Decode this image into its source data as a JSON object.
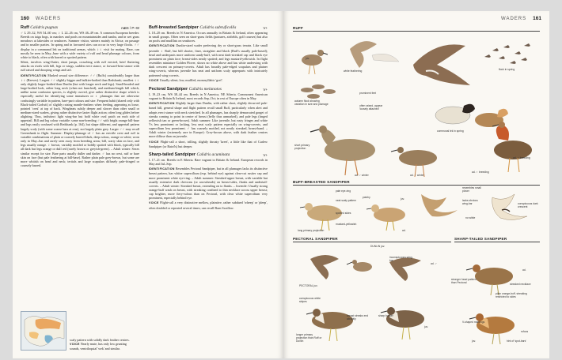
{
  "left_page": {
    "folio": "160",
    "running_head": "WADERS",
    "col_a": {
      "ruff": {
        "name": "Ruff",
        "latin": "Calidris pugnax",
        "codes": "m̶BS / P~W",
        "paras": [
          "♂ L 29–32, WS 54–60 cm; ♀ L 22–26 cm, WS 46–49 cm. A common European breeder. Breeds on taiga bogs, in marshes and pools on mountainsides and tundra, and in wet grass meadows at lakesides or seashores. Summer visitor, winters mainly in Africa; on passage and in smaller parties. In spring and in favoured sites can occur in very large flocks. ♂♂ display in a communal lek on traditional arenas, which ♀♀ visit for mating. Rare, can mostly be seen in May–June with a wide variety of ruff and head plumage colours, from white to black, often with barred or spotted pattern.",
          "Silent, involves wing-flutter, short jumps, crouching with ruff erected, brief fluttering attacks on rivals with bill, legs or wings, sudden erect stance, or forward-bent stance with ruff raised and drooping wings and tail."
        ],
        "identification_label": "IDENTIFICATION",
        "identification": "Marked sexual size difference: ♂♂ (Ruffs) considerably larger than ♀♀ (Reeves). Largest ♂♂ slightly bigger and bulkier-bodied than Redshank; smallest ♀♀ only slightly larger-bodied than Dunlin (but with longer neck and legs). Small-headed and large-bodied look, rather long neck (when not hunched), and medium-length bill which, unlike some confusion species, is slightly curved, give rather distinctive shape which is especially useful for identifying some immatures or ♀ plumages that are otherwise confusingly variable in pattern, bare-part colours and size. Frequent habit (shared only with Black-tailed Godwit) of slightly raising mantle-feathers when feeding, appearing as loose, pointed 'crest' at top of back. Wingbeats subtly deeper and slower than other small or medium-sized waders, giving rather distinctive lazier flight action; often long glides before alighting. Thus, indistinct light wing-bar but bold white oval patch on each side of uppertail. Bill and leg colour variable: some non-breeding ♂♂ with bright orange bill-base and legs easily confused with Redshank (p. 164), but shape different, and uppertail pattern largely scaly (with some coarse bars at rear), not largely plain grey. Larger ♂♂ may recall Greenshank in flight. Summer: Display-plumage of ♂ has an erectile crest and ruff in variable combinations of plain or coarsely barred black, deep rufous, orange or white; worn only in May–Jun and rarely seen away from breeding areas; bill, warty skin on face, and legs usually orange. ♀ brown, variably mottled or boldly spotted with black, typically bill all dark but legs orange or dull red (rarely brown or greyish-green). – Adult winter: Sexes similar except for size. Bare parts usually duller and darker. ♂ has no crest, ruff or bare skin on face (but pale feathering at bill-base). Rather plain pale grey-brown, but some are more whitish on head and neck; tertials and large scapulars diffusely pale-fringed or coarsely barred."
      }
    },
    "map_note": {
      "text": "scaly pattern with solidly dark feather centres.",
      "voice_label": "VOICE",
      "voice": "Nearly mute, has only low grunting sounds, ventriloquial 'wek' and similar."
    },
    "col_b": {
      "bbs": {
        "name": "Buff-breasted Sandpiper",
        "latin": "Calidris subruficollis",
        "codes": "V+",
        "intro": "L 18–20 cm. Breeds in N America. Occurs annually in Britain & Ireland, often appearing in small groups. Often seen on short-grass fields (pastures, airfields, golf courses) but also on pools and mudflats on seashores.",
        "identification_label": "IDENTIFICATION",
        "identification": "Dunlin-sized wader preferring dry or short-grass terrain. Like small juvenile ♀ Ruff, but bill shorter, finer, straighter and black (Ruff's usually pale-based); head and underparts more uniform sandy-buff, with neat dark-streaked cap and black eye prominent on plain face; breast-sides neatly spotted; and legs mustard-yellowish. In flight resembles miniature Golden Plover, shows no white above and has white underwing with dark crescent on primary-coverts. Adult has broadly pale-edged scapulars and plainer wing-coverts, whereas juvenile has neat and uniform scaly upperparts with intricately patterned wing-coverts.",
        "voice_label": "VOICE",
        "voice": "Usually silent; low, muffled, monosyllabic 'gref'."
      },
      "pectoral": {
        "name": "Pectoral Sandpiper",
        "latin": "Calidris melanotos",
        "codes": "V+",
        "intro": "L 19–23 cm, WS 38–44 cm. Breeds in N America, NE Siberia. Commonest American vagrant to Britain & Ireland, most records Sep–Oct; in rest of Europe often in May.",
        "identification_label": "IDENTIFICATION",
        "identification": "Slightly larger than Dunlin, with rather short, slightly decurved pale-based bill, general shape and flight pattern recall small Ruff, particularly when alert and adopts erect stance with neck stretched. In all plumages, has sharply demarcated gorget of streaks coming to point in centre of breast (belly thus unmarked), and pale legs (tinged yellowish tan or green-brown). Adult summer: Like juvenile, but rusty fringes and white Vs less prominent or lacking, less neat scaly pattern especially on wing-coverts, and supercilium less prominent. ♂ has coarsely mottled, not neatly streaked, breast-band. – Adult winter (extremely rare in Europe): Grey-brown above, with dark feather centres more diffuse than on juvenile.",
        "voice_label": "VOICE",
        "voice": "Flight-call a short, trilling, slightly throaty 'kreet', a little like that of Curlew Sandpiper (or Baird's) but deeper."
      },
      "sharp": {
        "name": "Sharp-tailed Sandpiper",
        "latin": "Calidris acuminata",
        "codes": "V+",
        "intro": "L 17–21 cm. Breeds in E Siberia. Rare vagrant to Britain & Ireland. European records in May and Jul–Sep.",
        "identification_label": "IDENTIFICATION",
        "identification": "Resembles Pectoral Sandpiper, but in all plumages lacks its distinctive breast pattern, has whiter supercilium (esp. behind eye) against clear-cut rustier cap and more prominent white eye-ring. – Adult summer: Streaked upper breast, with variable but usually extensive dark chevrons (or arrowheads) on breast-sides, flanks and undertail-coverts. – Adult winter: Streaked breast, extending on to flanks. – Juvenile: Usually strong orange-buff wash on breast, with streaking confined to thin necklace across upper breast; cap brighter, more fiery-rufous than on Pectoral, with clear white supercilium very prominent, especially behind eye.",
        "voice_label": "VOICE",
        "voice": "Flight-call a very distinctive mellow, plaintive, rather subdued 'wheep' or 'pleep', often doubled or repeated several times; can recall Barn Swallow."
      }
    }
  },
  "right_page": {
    "folio": "161",
    "running_head": "WADERS",
    "plates": {
      "ruff": {
        "title": "RUFF",
        "labels": [
          "juv.",
          "white feathering",
          "flock in spring",
          "autumn flock showing variation in size and plumage",
          "prominent feet",
          "often raised, appear 'loosely attached'",
          "communal lek in spring",
          "short primary projection",
          "ad. ♂ winter",
          "ad. ♀ winter",
          "ad. ♂ breeding",
          "ad. ♀ breeding"
        ]
      },
      "bbs": {
        "title": "BUFF-BREASTED SANDPIPER",
        "labels": [
          "pale eye-ring",
          "neat scaly pattern",
          "patchy",
          "juv.",
          "spotted sides",
          "mustard-yellowish",
          "long primary projection",
          "ad.",
          "resembles small plover",
          "lacks obvious wing-bar",
          "conspicuous dark crescent",
          "no white"
        ]
      },
      "pectoral": {
        "title": "PECTORAL SANDPIPER",
        "labels": [
          "DUNLIN juv.",
          "inconspicuous wing-bar",
          "ad. ♂",
          "PECTORAL juv.",
          "conspicuous white stripes",
          "breast streaks end abruptly",
          "sharp border",
          "juv.",
          "longer primary projection than Ruff or Dunlin"
        ]
      },
      "sharp": {
        "title": "SHARP-TAILED SANDPIPER",
        "labels": [
          "stronger head pattern than Pectoral",
          "streaked necklace",
          "plain orange-buff, streaking restricted to sides",
          "V-shaped markings",
          "ad.",
          "juv.",
          "hint of 'spot-bars'",
          "rufous"
        ]
      }
    }
  }
}
